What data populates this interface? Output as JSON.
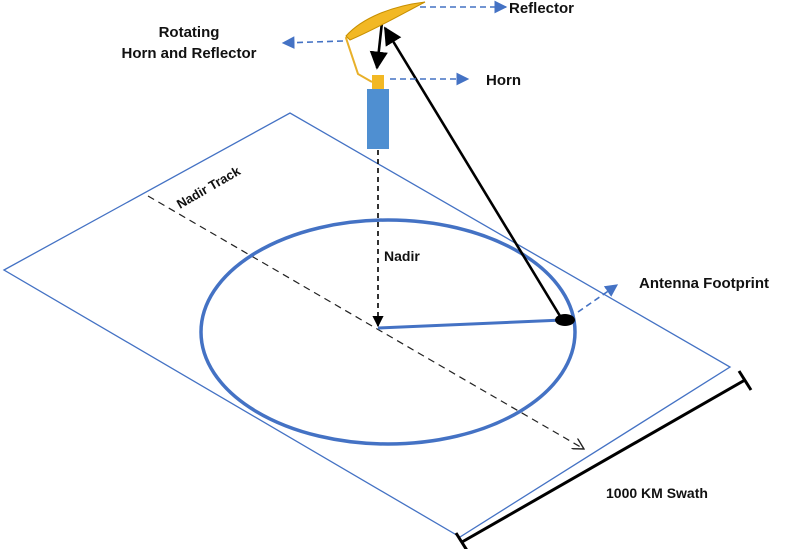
{
  "labels": {
    "reflector": "Reflector",
    "rotating_line1": "Rotating",
    "rotating_line2": "Horn and Reflector",
    "horn": "Horn",
    "nadir_track": "Nadir Track",
    "nadir": "Nadir",
    "antenna_footprint": "Antenna Footprint",
    "swath": "1000 KM Swath"
  },
  "colors": {
    "outline_blue": "#4472c4",
    "arrow_blue": "#4472c4",
    "satellite_body": "#4f8fd1",
    "reflector_gold": "#f2b824",
    "horn_gold": "#f2b824",
    "black": "#000000"
  }
}
